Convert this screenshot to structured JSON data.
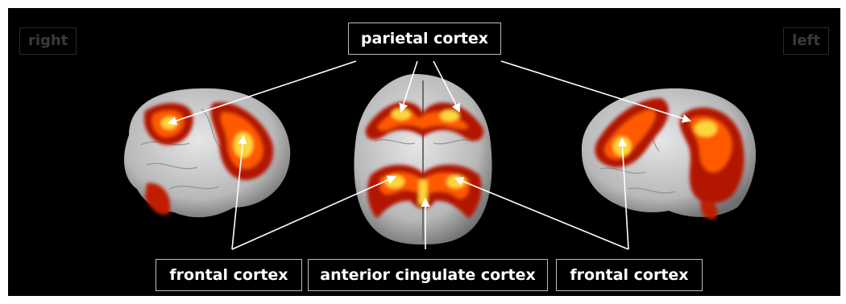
{
  "side_labels": {
    "right": "right",
    "left": "left"
  },
  "labels": {
    "parietal": "parietal cortex",
    "frontal_left": "frontal cortex",
    "anterior_cingulate": "anterior cingulate cortex",
    "frontal_right": "frontal cortex"
  },
  "colors": {
    "background": "#000000",
    "brain": "#cfcfcf",
    "activation_outer": "#b31200",
    "activation_mid": "#ff5a00",
    "activation_core": "#ffd53a",
    "leader_line": "#ffffff"
  },
  "icons": {
    "pointer": "arrowhead"
  }
}
